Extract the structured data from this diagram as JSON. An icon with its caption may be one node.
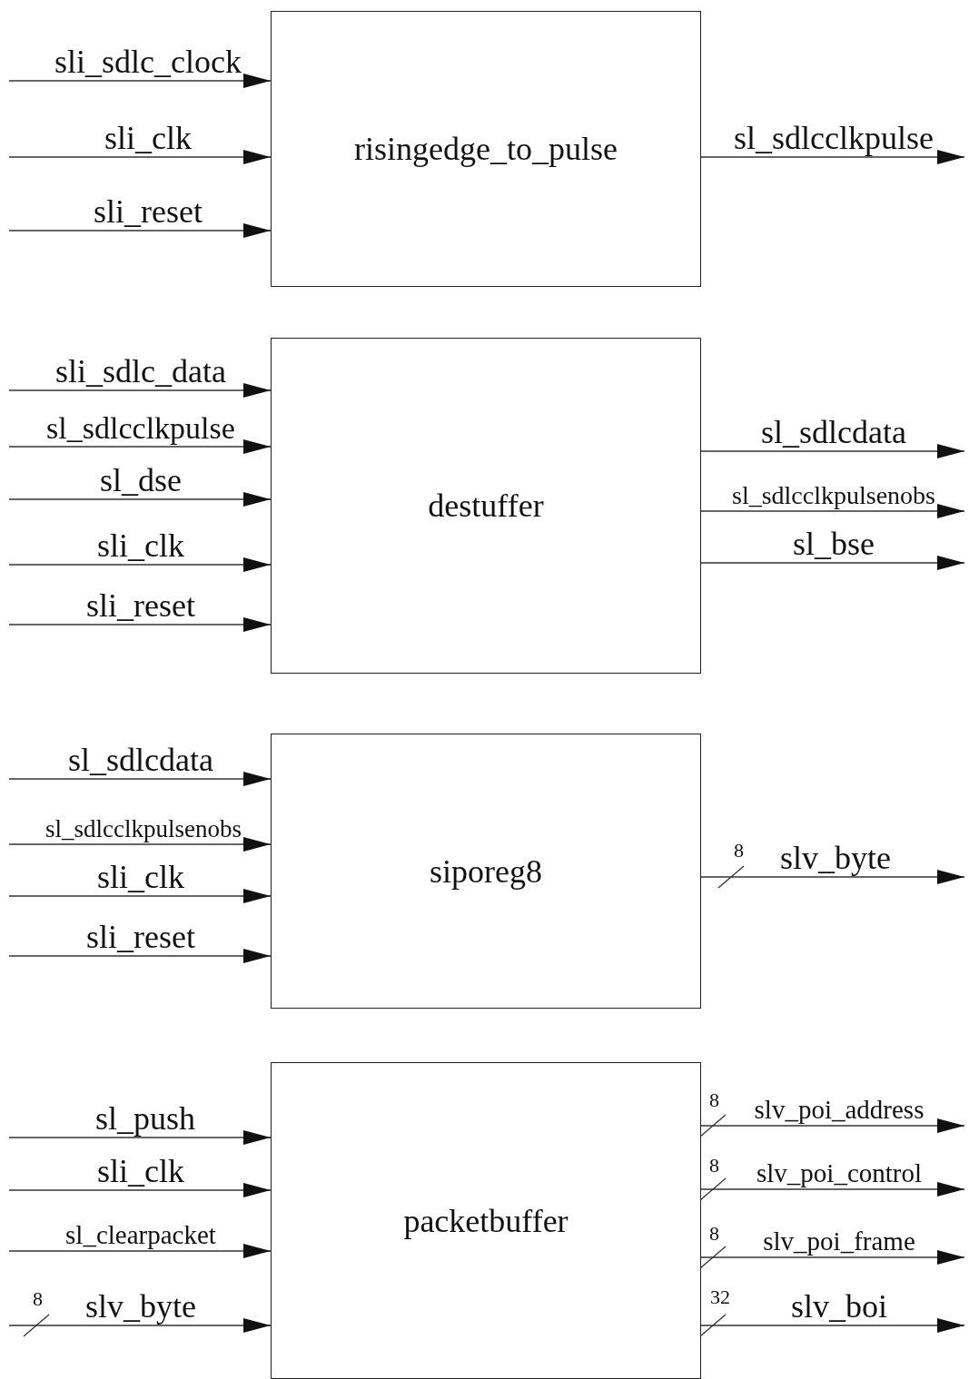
{
  "diagram": {
    "nodes": [
      {
        "text": [
          "risingedge_to_pulse"
        ]
      },
      {
        "text": [
          "destuffer"
        ]
      },
      {
        "text": [
          "siporeg8"
        ]
      },
      {
        "text": [
          "packetbuffer"
        ]
      }
    ],
    "edges": [
      {
        "from": null,
        "to": 0,
        "arrow": "to",
        "label": "sli_sdlc_clock"
      },
      {
        "from": null,
        "to": 0,
        "arrow": "to",
        "label": "sli_clk"
      },
      {
        "from": null,
        "to": 0,
        "arrow": "to",
        "label": "sli_reset"
      },
      {
        "from": 0,
        "to": null,
        "arrow": "to",
        "label": "sl_sdlcclkpulse"
      },
      {
        "from": null,
        "to": 1,
        "arrow": "to",
        "label": "sli_sdlc_data"
      },
      {
        "from": null,
        "to": 1,
        "arrow": "to",
        "label": "sl_sdlcclkpulse"
      },
      {
        "from": null,
        "to": 1,
        "arrow": "to",
        "label": "sl_dse"
      },
      {
        "from": null,
        "to": 1,
        "arrow": "to",
        "label": "sli_clk"
      },
      {
        "from": null,
        "to": 1,
        "arrow": "to",
        "label": "sli_reset"
      },
      {
        "from": 1,
        "to": null,
        "arrow": "to",
        "label": "sl_sdlcdata"
      },
      {
        "from": 1,
        "to": null,
        "arrow": "to",
        "label": "sl_sdlcclkpulsenobs"
      },
      {
        "from": 1,
        "to": null,
        "arrow": "to",
        "label": "sl_bse"
      },
      {
        "from": null,
        "to": 2,
        "arrow": "to",
        "label": "sl_sdlcdata"
      },
      {
        "from": null,
        "to": 2,
        "arrow": "to",
        "label": "sl_sdlcclkpulsenobs"
      },
      {
        "from": null,
        "to": 2,
        "arrow": "to",
        "label": "sli_clk"
      },
      {
        "from": null,
        "to": 2,
        "arrow": "to",
        "label": "sli_reset"
      },
      {
        "from": 2,
        "to": null,
        "arrow": "to",
        "label": "slv_byte"
      },
      {
        "from": null,
        "to": 3,
        "arrow": "to",
        "label": "sl_push"
      },
      {
        "from": null,
        "to": 3,
        "arrow": "to",
        "label": "sli_clk"
      },
      {
        "from": null,
        "to": 3,
        "arrow": "to",
        "label": "sl_clearpacket"
      },
      {
        "from": null,
        "to": 3,
        "arrow": "to",
        "label": "slv_byte"
      },
      {
        "from": 3,
        "to": null,
        "arrow": "to",
        "label": "slv_poi_address"
      },
      {
        "from": 3,
        "to": null,
        "arrow": "to",
        "label": "slv_poi_control"
      },
      {
        "from": 3,
        "to": null,
        "arrow": "to",
        "label": "slv_poi_frame"
      },
      {
        "from": 3,
        "to": null,
        "arrow": "to",
        "label": "slv_boi"
      }
    ],
    "labels": [
      "8",
      "8",
      "8",
      "8",
      "8",
      "32"
    ]
  }
}
